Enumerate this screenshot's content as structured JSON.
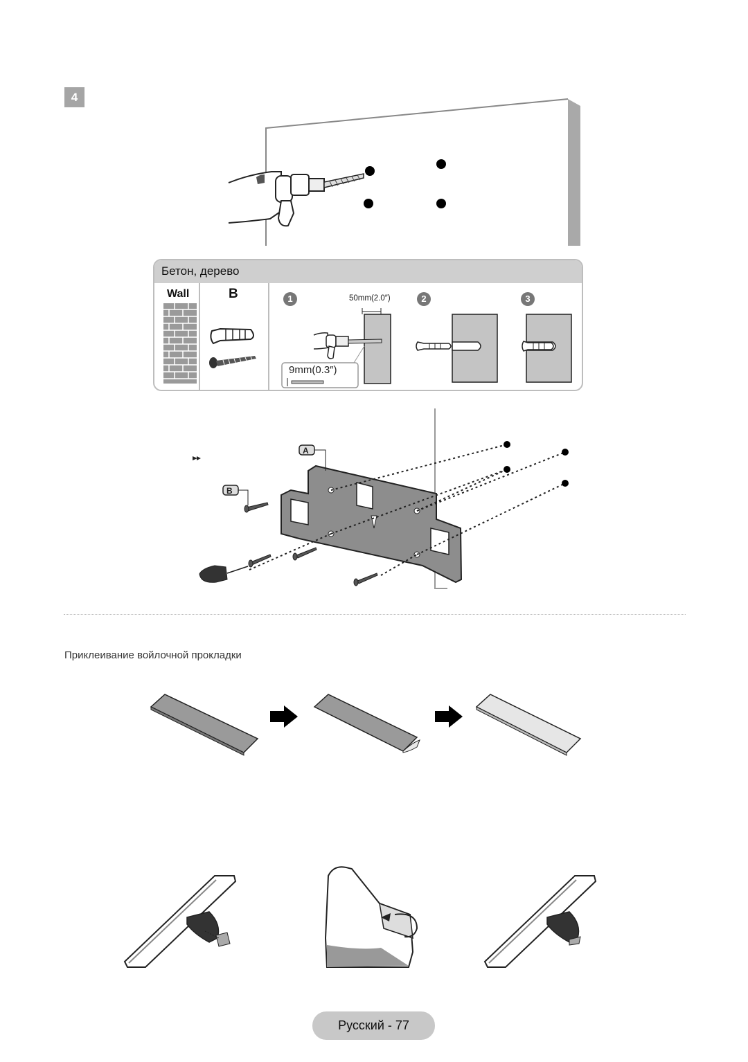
{
  "step": {
    "number": "4"
  },
  "install_panel": {
    "title": "Бетон, дерево",
    "wall_label": "Wall",
    "part_label": "B",
    "steps": [
      "1",
      "2",
      "3"
    ],
    "depth_label": "50mm(2.0″)",
    "diameter_label": "9mm(0.3″)"
  },
  "bracket": {
    "label_a": "A",
    "label_b": "B"
  },
  "felt_section": {
    "title": "Приклеивание войлочной прокладки"
  },
  "footer": {
    "page_label": "Русский - 77"
  }
}
